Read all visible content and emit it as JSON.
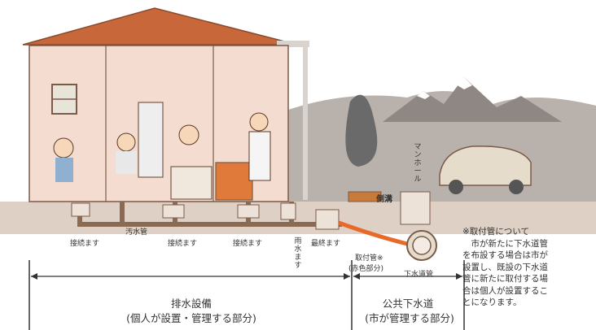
{
  "labels": {
    "connection_1": "接続ます",
    "sewage_pipe": "汚水管",
    "connection_2": "接続ます",
    "connection_3": "接続ます",
    "rainwater": "雨水ます",
    "final": "最終ます",
    "attachment_pipe": "取付管※",
    "red_part": "(赤色部分)",
    "sewer_pipe": "下水道管",
    "manhole": "マンホール",
    "side_ditch": "側溝"
  },
  "sections": {
    "drainage_title": "排水設備",
    "drainage_sub": "(個人が設置・管理する部分)",
    "public_title": "公共下水道",
    "public_sub": "(市が管理する部分)"
  },
  "note": {
    "title": "※取付管について",
    "lines": [
      "　市が新たに下水道管",
      "を布設する場合は市が",
      "設置し、既設の下水道",
      "管に新たに取付する場",
      "合は個人が設置するこ",
      "とになります。"
    ]
  },
  "colors": {
    "roof": "#c8683a",
    "wall": "#f4ddd0",
    "pipe": "#8a6a52",
    "attachment_pipe": "#e8692a",
    "ground": "#d9c7b8",
    "hill": "#b3aca8"
  }
}
